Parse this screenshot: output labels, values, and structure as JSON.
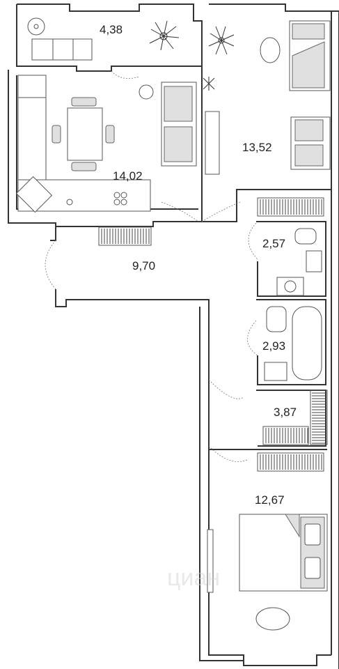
{
  "rooms": {
    "balcony": {
      "area": "4,38"
    },
    "kitchen_living": {
      "area": "14,02"
    },
    "bedroom_top": {
      "area": "13,52"
    },
    "hall": {
      "area": "9,70"
    },
    "bathroom_small": {
      "area": "2,57"
    },
    "bathroom_bath": {
      "area": "2,93"
    },
    "closet": {
      "area": "3,87"
    },
    "bedroom_bottom": {
      "area": "12,67"
    }
  },
  "watermark": {
    "text": "циан"
  },
  "colors": {
    "wall": "#333333",
    "furniture_fill": "#e0e0e0",
    "text": "#222222"
  }
}
